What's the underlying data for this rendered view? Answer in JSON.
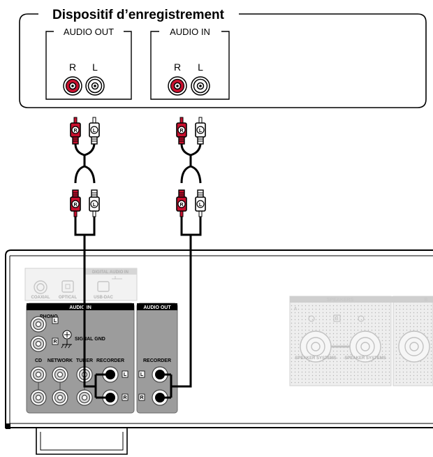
{
  "device": {
    "title": "Dispositif d’enregistrement",
    "audio_out_label": "AUDIO OUT",
    "audio_in_label": "AUDIO IN",
    "r_label": "R",
    "l_label": "L"
  },
  "plugs": {
    "r": "R",
    "l": "L"
  },
  "receiver": {
    "digital_audio_in": "DIGITAL AUDIO IN",
    "coaxial": "COAXIAL",
    "optical": "OPTICAL",
    "usb_dac": "USB-DAC",
    "audio_in": "AUDIO IN",
    "audio_out": "AUDIO OUT",
    "phono": "PHONO",
    "signal_gnd": "SIGNAL GND",
    "cd": "CD",
    "network": "NETWORK",
    "tuner": "TUNER",
    "recorder": "RECORDER",
    "recorder_out": "RECORDER",
    "ch_l": "L",
    "ch_r": "R",
    "speakers": "SPEAKERS",
    "terminal_a": "A",
    "terminal_b": "B",
    "terminal_tag": "B",
    "terminal_lettering": "SPEAKER SYSTEMS"
  },
  "colors": {
    "red_jack": "#c8102e",
    "cable": "#000000",
    "panel_dark": "#9a9a9a",
    "panel_light": "#e6e6e6"
  }
}
